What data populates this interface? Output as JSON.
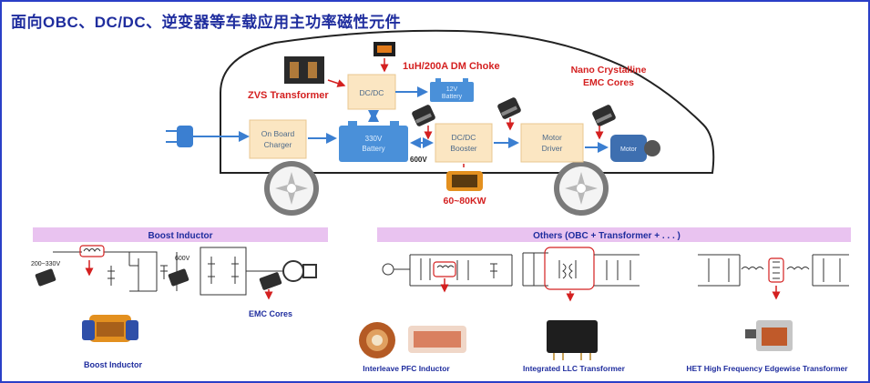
{
  "title": "面向OBC、DC/DC、逆变器等车载应用主功率磁性元件",
  "car": {
    "dm_choke": "1uH/200A DM Choke",
    "zvs_transformer": "ZVS Transformer",
    "nano_line1": "Nano Crystalline",
    "nano_line2": "EMC Cores",
    "dcdc_top": "DC/DC",
    "battery12_line1": "12V",
    "battery12_line2": "Battery",
    "obc_line1": "On Board",
    "obc_line2": "Charger",
    "battery330_line1": "330V",
    "battery330_line2": "Battery",
    "booster_line1": "DC/DC",
    "booster_line2": "Booster",
    "motor_driver_line1": "Motor",
    "motor_driver_line2": "Driver",
    "motor": "Motor",
    "v600": "600V",
    "power": "60~80KW"
  },
  "left_panel": {
    "header": "Boost Inductor",
    "v_in": "200~330V",
    "v_out": "600V",
    "emc": "EMC  Cores",
    "caption": "Boost Inductor"
  },
  "right_panel": {
    "header": "Others (OBC + Transformer  + . . . )",
    "cap_pfc": "Interleave PFC Inductor",
    "cap_llc": "Integrated LLC Transformer",
    "cap_het": "HET High Frequency Edgewise Transformer"
  },
  "colors": {
    "title": "#1f2d9e",
    "accent_red": "#d42020",
    "box_fill": "#fbe6c2",
    "battery_fill": "#4a90d9",
    "header_fill": "#e9c3f0"
  }
}
